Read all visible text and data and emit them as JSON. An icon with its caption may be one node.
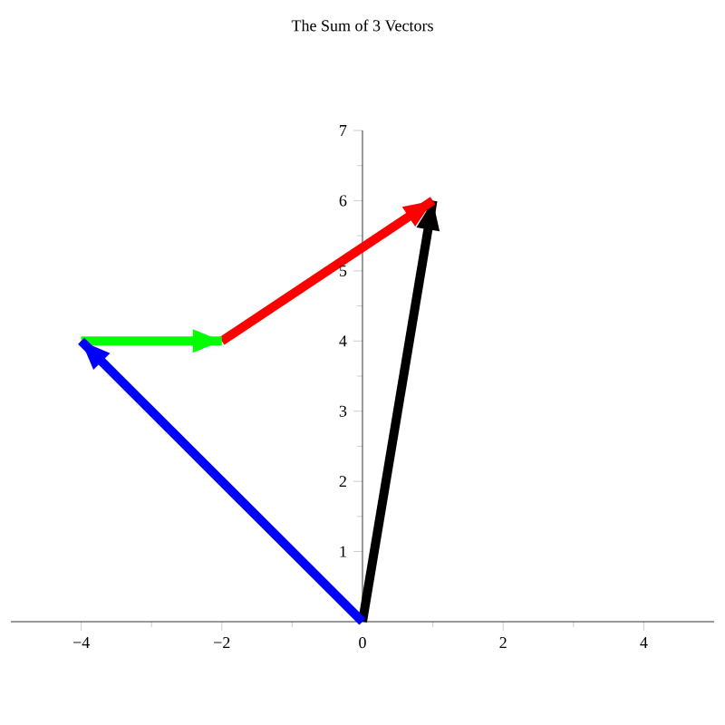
{
  "diagram": {
    "chart_data": {
      "type": "line",
      "title": "The Sum of 3 Vectors",
      "xlim": [
        -5,
        5
      ],
      "ylim": [
        0,
        7
      ],
      "xticks": [
        {
          "value": -4,
          "label": "−4"
        },
        {
          "value": -2,
          "label": "−2"
        },
        {
          "value": 0,
          "label": "0"
        },
        {
          "value": 2,
          "label": "2"
        },
        {
          "value": 4,
          "label": "4"
        }
      ],
      "yticks": [
        {
          "value": 1,
          "label": "1"
        },
        {
          "value": 2,
          "label": "2"
        },
        {
          "value": 3,
          "label": "3"
        },
        {
          "value": 4,
          "label": "4"
        },
        {
          "value": 5,
          "label": "5"
        },
        {
          "value": 6,
          "label": "6"
        },
        {
          "value": 7,
          "label": "7"
        }
      ],
      "series": [
        {
          "color": "#0000ff",
          "x": [
            0,
            -4
          ],
          "values": [
            0,
            4
          ]
        },
        {
          "color": "#00ff00",
          "x": [
            -4,
            -2
          ],
          "values": [
            4,
            4
          ]
        },
        {
          "color": "#ff0000",
          "x": [
            -2,
            1
          ],
          "values": [
            4,
            6
          ]
        },
        {
          "color": "#000000",
          "x": [
            0,
            1
          ],
          "values": [
            0,
            6
          ]
        }
      ]
    }
  }
}
